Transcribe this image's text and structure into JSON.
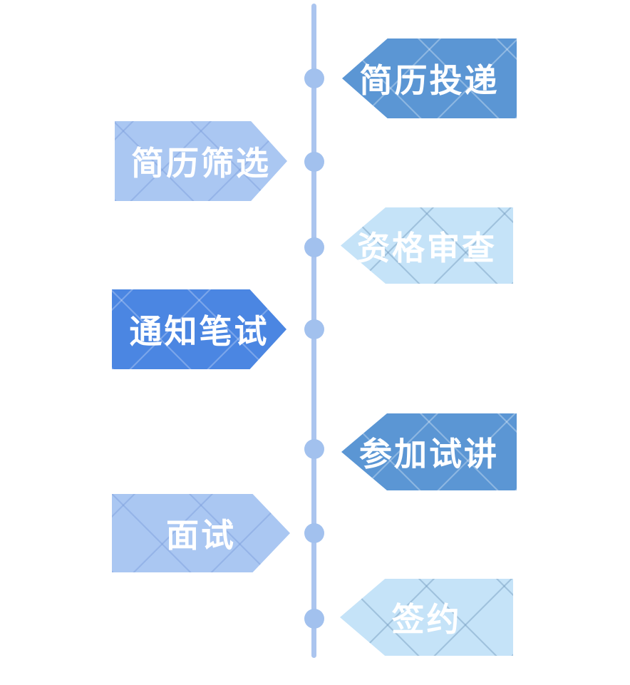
{
  "diagram": {
    "kind": "vertical-timeline-flow",
    "steps": [
      {
        "label": "简历投递",
        "side": "right",
        "variant": "medium-blue"
      },
      {
        "label": "简历筛选",
        "side": "left",
        "variant": "periwinkle"
      },
      {
        "label": "资格审查",
        "side": "right",
        "variant": "pale-blue"
      },
      {
        "label": "通知笔试",
        "side": "left",
        "variant": "strong-blue"
      },
      {
        "label": "参加试讲",
        "side": "right",
        "variant": "medium-blue"
      },
      {
        "label": "面试",
        "side": "left",
        "variant": "periwinkle"
      },
      {
        "label": "签约",
        "side": "right",
        "variant": "pale-blue"
      }
    ],
    "colors": {
      "medium_blue": "#5b96d4",
      "strong_blue": "#4b86e2",
      "periwinkle": "#aac7f2",
      "pale_blue": "#c5e3f8",
      "timeline_line": "#abc5ef",
      "timeline_node": "#a2c1ee",
      "label_text": "#ffffff",
      "background": "#ffffff"
    }
  }
}
